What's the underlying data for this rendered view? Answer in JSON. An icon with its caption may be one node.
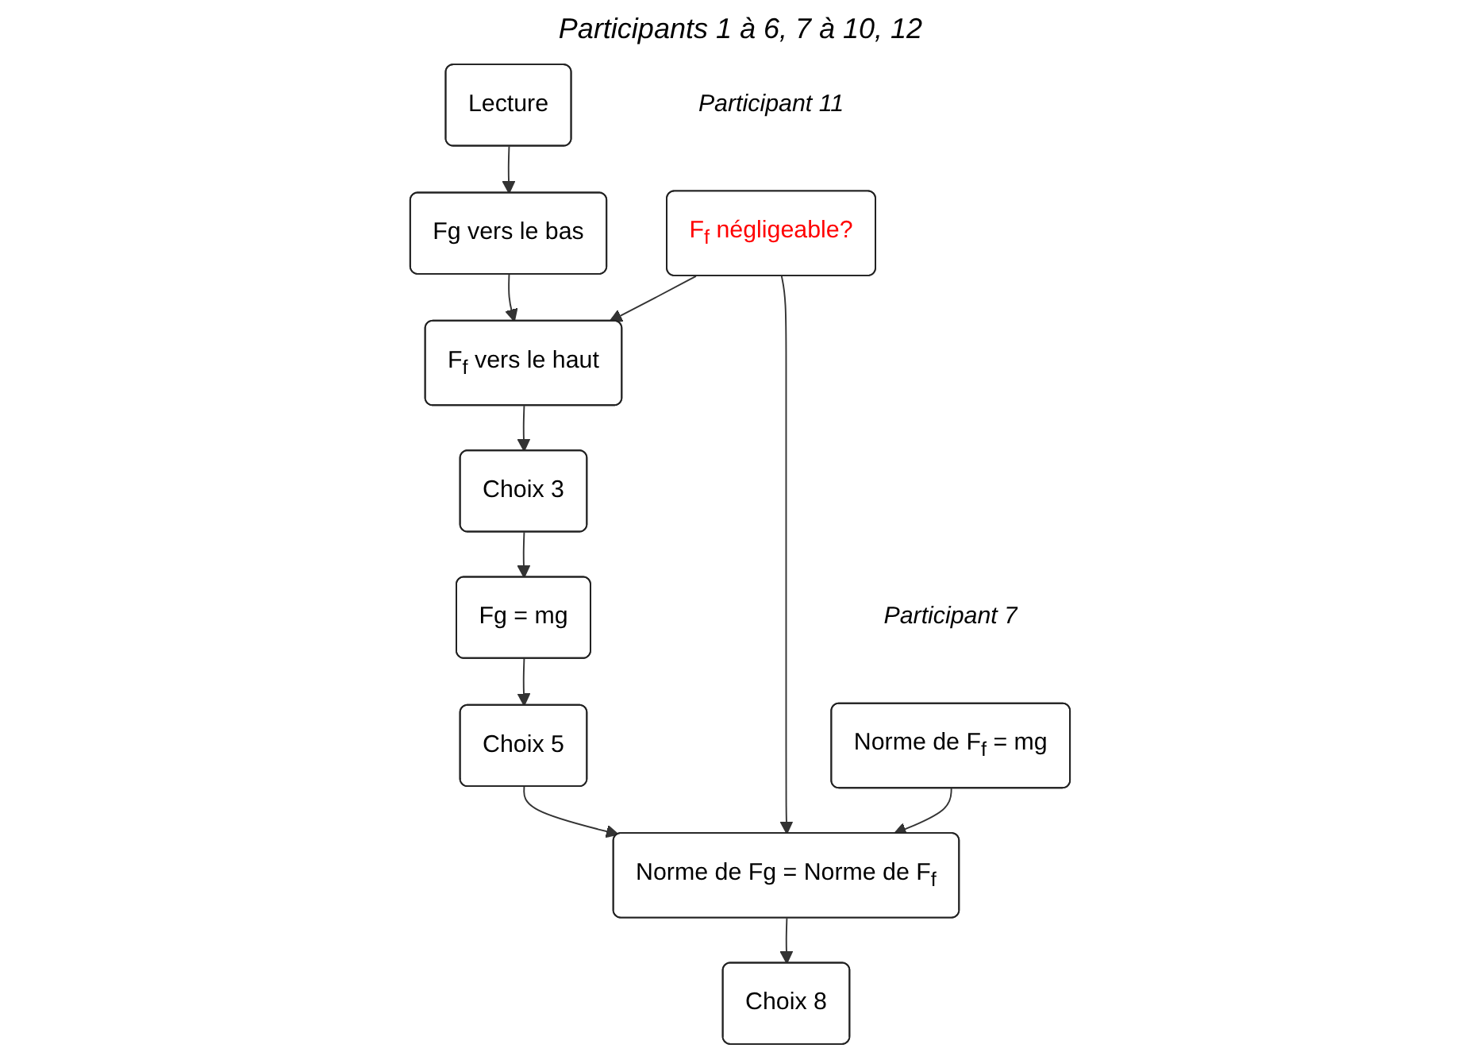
{
  "diagram": {
    "title": "Participants 1 à 6, 7 à 10, 12",
    "nodes": [
      {
        "text": [
          "Lecture"
        ]
      },
      {
        "text": [
          "Fg vers le bas"
        ]
      },
      {
        "text": [
          "F$_{f}$ vers le haut"
        ]
      },
      {
        "text": [
          "Choix 3"
        ]
      },
      {
        "text": [
          "F$_{f}$ négligeable?"
        ],
        "beside": [
          "Participant 11"
        ]
      },
      {
        "text": [
          "Fg = mg"
        ]
      },
      {
        "text": [
          "Choix 5"
        ]
      },
      {
        "text": [
          "Norme de Fg = Norme de F$_{f}$"
        ]
      },
      {
        "text": [
          "Norme de F$_{f}$ = mg"
        ],
        "beside": [
          "Participant 7"
        ]
      },
      {
        "text": [
          "Choix 8"
        ]
      }
    ],
    "edges": [
      {
        "from": 0,
        "to": 1,
        "arrow": "to"
      },
      {
        "from": 1,
        "to": 2,
        "arrow": "to"
      },
      {
        "from": 2,
        "to": 3,
        "arrow": "to"
      },
      {
        "from": 3,
        "to": 5,
        "arrow": "to"
      },
      {
        "from": 5,
        "to": 6,
        "arrow": "to"
      },
      {
        "from": 6,
        "to": 7,
        "arrow": "to"
      },
      {
        "from": 7,
        "to": 9,
        "arrow": "to"
      },
      {
        "from": 4,
        "to": 2,
        "arrow": "to"
      },
      {
        "from": 4,
        "to": 7,
        "arrow": "to"
      },
      {
        "from": 8,
        "to": 7,
        "arrow": "to"
      }
    ]
  }
}
